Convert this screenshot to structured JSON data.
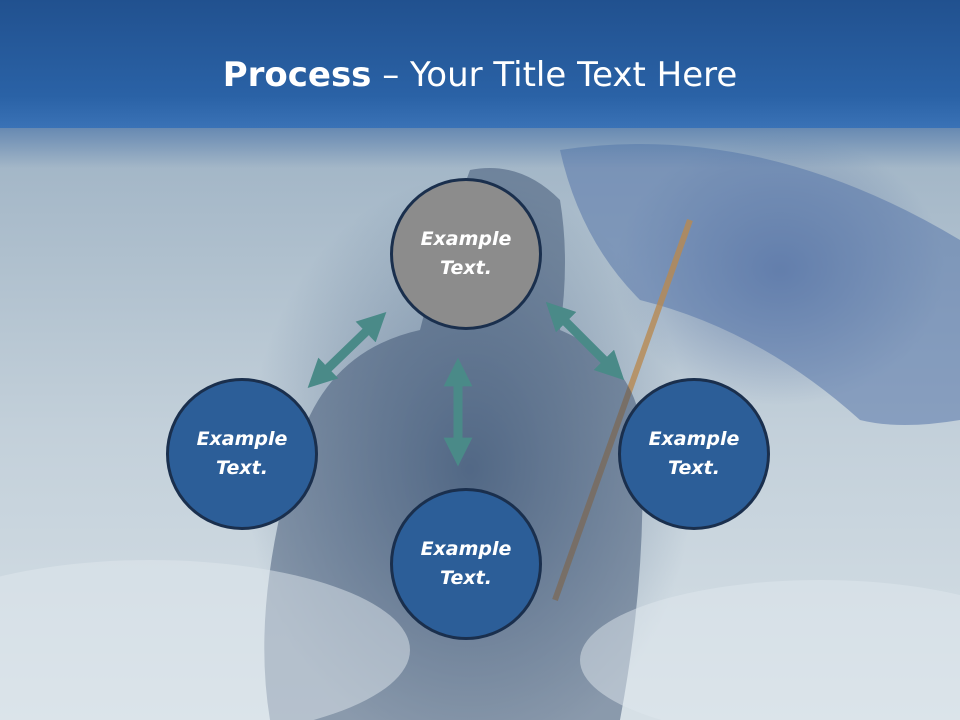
{
  "title": {
    "bold": "Process",
    "rest": " – Your Title Text Here"
  },
  "nodes": [
    {
      "id": "top",
      "label": "Example\nText."
    },
    {
      "id": "left",
      "label": "Example\nText."
    },
    {
      "id": "right",
      "label": "Example\nText."
    },
    {
      "id": "bottom",
      "label": "Example\nText."
    }
  ],
  "colors": {
    "title_band": "#2a62a6",
    "node_blue": "#2c5e98",
    "node_gray": "#8c8c8c",
    "arrow": "#4a8a88"
  }
}
